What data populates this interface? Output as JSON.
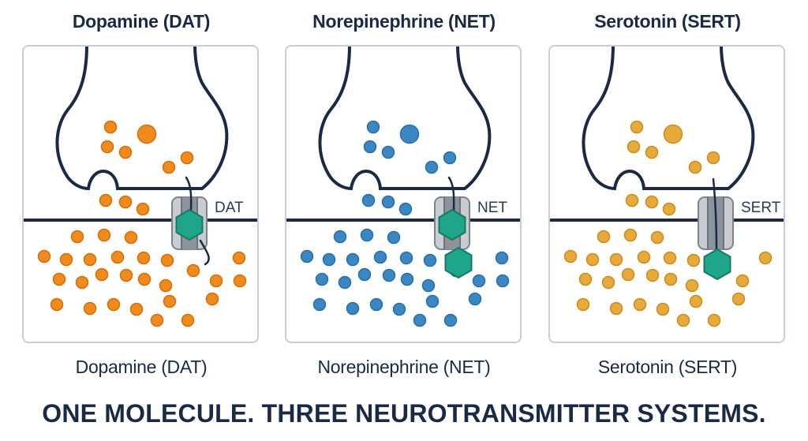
{
  "panels": [
    {
      "title": "Dopamine (DAT)",
      "caption": "Dopamine (DAT)",
      "transporter_label": "DAT",
      "color": "#f08a1c",
      "stroke": "#d36f08",
      "binding_state": "inside-channel"
    },
    {
      "title": "Norepinephrine (NET)",
      "caption": "Norepinephrine (NET)",
      "transporter_label": "NET",
      "color": "#3b87c4",
      "stroke": "#2a6ea6",
      "binding_state": "inside-and-below-channel"
    },
    {
      "title": "Serotonin (SERT)",
      "caption": "Serotonin (SERT)",
      "transporter_label": "SERT",
      "color": "#e6a93a",
      "stroke": "#c98d1f",
      "binding_state": "below-channel"
    }
  ],
  "footer": {
    "headline": "ONE MOLECULE. THREE NEUROTRANSMITTER SYSTEMS."
  },
  "colors": {
    "outline": "#1b2a44",
    "membrane": "#1b2a44",
    "molecule": "#1fa58a",
    "transporter": "#c9cdd2"
  },
  "icons": [
    "presynaptic-terminal-icon",
    "transporter-channel-icon",
    "hexagon-molecule-icon",
    "neurotransmitter-dot-icon"
  ]
}
